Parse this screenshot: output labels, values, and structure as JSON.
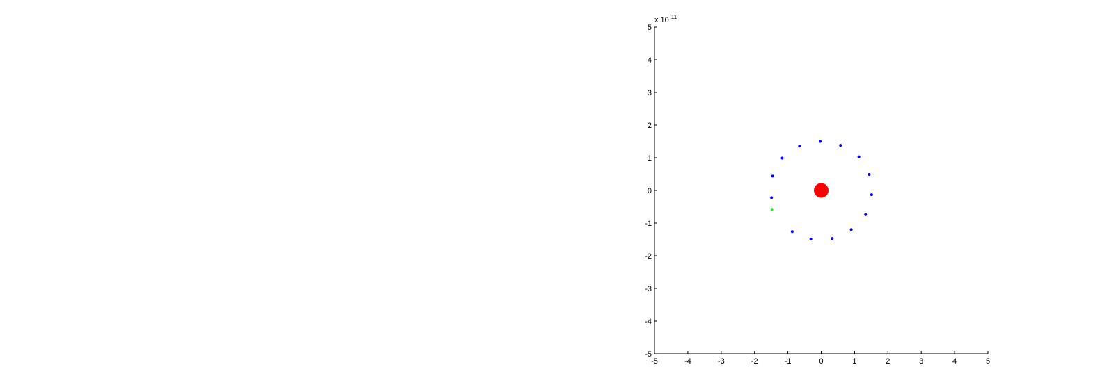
{
  "chart_data": {
    "type": "scatter",
    "title": "",
    "xlabel": "",
    "ylabel": "",
    "xlim": [
      -5,
      5
    ],
    "ylim": [
      -5,
      5
    ],
    "scale_multiplier": "x 10",
    "scale_exponent": "11",
    "grid": false,
    "legend": "none",
    "yticks": [
      5,
      4,
      3,
      2,
      1,
      0,
      -1,
      -2,
      -3,
      -4,
      -5
    ],
    "xticks": [
      -5,
      -4,
      -3,
      -2,
      -1,
      0,
      1,
      2,
      3,
      4,
      5
    ],
    "series": [
      {
        "color": "#0000ff",
        "marker": "dot",
        "points": [
          {
            "x": -0.03,
            "y": 1.5
          },
          {
            "x": 0.58,
            "y": 1.38
          },
          {
            "x": 1.13,
            "y": 1.03
          },
          {
            "x": 1.44,
            "y": 0.49
          },
          {
            "x": 1.51,
            "y": -0.13
          },
          {
            "x": 1.33,
            "y": -0.74
          },
          {
            "x": 0.9,
            "y": -1.2
          },
          {
            "x": 0.33,
            "y": -1.47
          },
          {
            "x": -0.31,
            "y": -1.49
          },
          {
            "x": -0.87,
            "y": -1.26
          },
          {
            "x": -1.49,
            "y": -0.22
          },
          {
            "x": -1.46,
            "y": 0.44
          },
          {
            "x": -1.17,
            "y": 0.99
          },
          {
            "x": -0.65,
            "y": 1.36
          }
        ]
      },
      {
        "color": "#00ff00",
        "marker": "dot",
        "points": [
          {
            "x": -1.48,
            "y": -0.58
          }
        ]
      },
      {
        "color": "#ff0000",
        "marker": "large-dot",
        "points": [
          {
            "x": 0.0,
            "y": 0.0
          }
        ]
      }
    ]
  }
}
